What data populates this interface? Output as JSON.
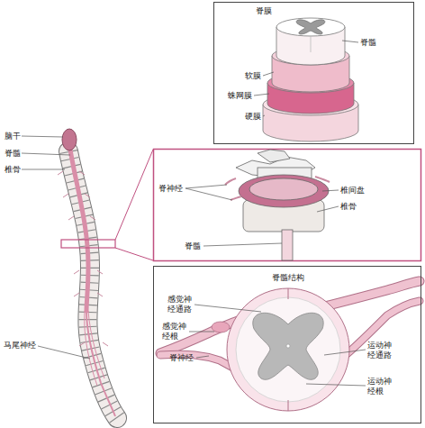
{
  "diagram": {
    "nodes": [
      {
        "text": [
          "脊膜"
        ]
      },
      {
        "text": [
          "脊髓结构"
        ]
      }
    ],
    "labels": [
      "脊髓",
      "软膜",
      "蛛网膜",
      "硬膜",
      "脑干",
      "脊髓",
      "椎骨",
      "脊神经",
      "椎间盘",
      "椎骨",
      "脊髓",
      "感觉神经通路",
      "感觉神经根",
      "脊神经",
      "运动神经通路",
      "运动神经根",
      "马尾神经"
    ]
  }
}
